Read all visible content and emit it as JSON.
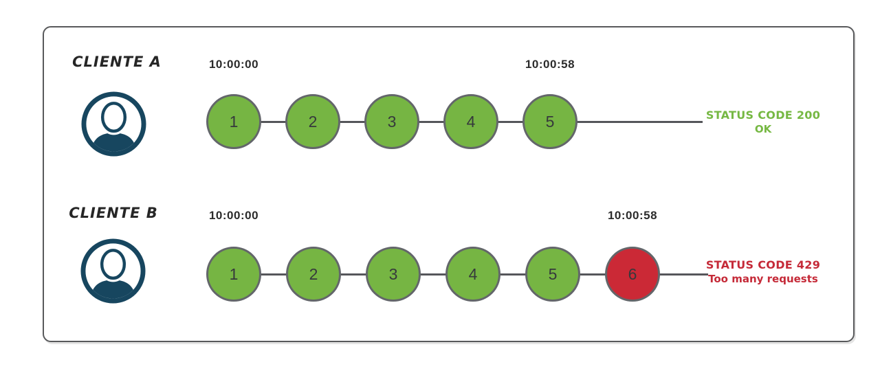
{
  "diagram": {
    "title_semantic": "rate-limit-requests-diagram",
    "rows": [
      {
        "client": "CLIENTE A",
        "start_time": "10:00:00",
        "end_time": "10:00:58",
        "requests": [
          {
            "label": "1",
            "state": "success"
          },
          {
            "label": "2",
            "state": "success"
          },
          {
            "label": "3",
            "state": "success"
          },
          {
            "label": "4",
            "state": "success"
          },
          {
            "label": "5",
            "state": "success"
          }
        ],
        "status": {
          "line1": "STATUS CODE 200",
          "line2": "OK",
          "state": "success"
        }
      },
      {
        "client": "CLIENTE B",
        "start_time": "10:00:00",
        "end_time": "10:00:58",
        "requests": [
          {
            "label": "1",
            "state": "success"
          },
          {
            "label": "2",
            "state": "success"
          },
          {
            "label": "3",
            "state": "success"
          },
          {
            "label": "4",
            "state": "success"
          },
          {
            "label": "5",
            "state": "success"
          },
          {
            "label": "6",
            "state": "limited"
          }
        ],
        "status": {
          "line1": "STATUS CODE 429",
          "line2": "Too many requests",
          "state": "limited"
        }
      }
    ],
    "icons": {
      "avatar": "user-silhouette-icon"
    },
    "colors": {
      "success_fill": "#76b543",
      "limited_fill": "#cb2936",
      "circle_border": "#63666a",
      "track_line": "#55565a",
      "avatar_ink": "#17465f",
      "success_text": "#76b843",
      "limited_text": "#c52a38",
      "label_ink": "#262626",
      "frame_border": "#58595b"
    }
  }
}
